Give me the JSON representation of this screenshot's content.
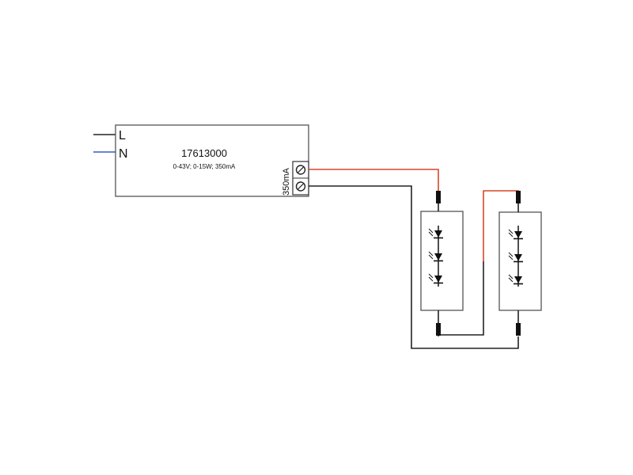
{
  "input": {
    "line_label": "L",
    "neutral_label": "N"
  },
  "driver": {
    "model": "17613000",
    "spec": "0-43V; 0-15W; 350mA",
    "output_current": "350mA"
  },
  "colors": {
    "positive_wire": "#d9472b",
    "negative_wire": "#222222",
    "neutral_wire": "#3b5bbf"
  },
  "led_modules": [
    {
      "led_count": 3
    },
    {
      "led_count": 3
    }
  ]
}
